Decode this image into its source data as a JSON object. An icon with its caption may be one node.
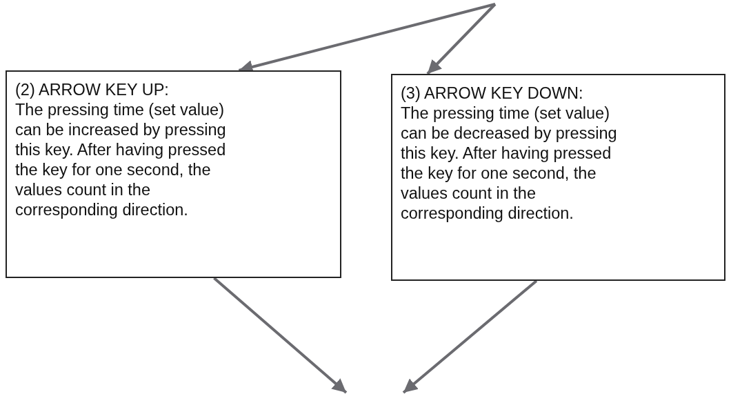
{
  "diagram": {
    "nodes": [
      {
        "text": [
          "(2) ARROW KEY UP:",
          "The pressing time (set value) can be increased by pressing this key. After having pressed the key for one second, the values count in the corresponding direction."
        ]
      },
      {
        "text": [
          "(3) ARROW KEY DOWN:",
          "The pressing time (set value) can be decreased by pressing this key. After having pressed the key for one second, the values count in the corresponding direction."
        ]
      }
    ],
    "edges": [
      {
        "from": null,
        "to": 0,
        "arrow": "to"
      },
      {
        "from": null,
        "to": 1,
        "arrow": "to"
      },
      {
        "from": 0,
        "to": null,
        "arrow": "to"
      },
      {
        "from": 1,
        "to": null,
        "arrow": "to"
      }
    ]
  }
}
